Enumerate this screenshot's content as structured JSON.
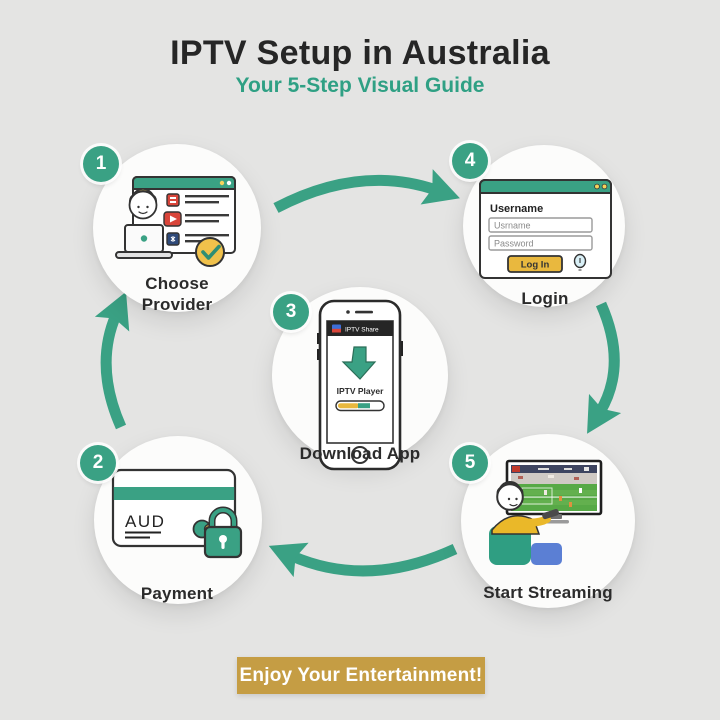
{
  "header": {
    "title": "IPTV Setup in Australia",
    "subtitle": "Your 5-Step Visual Guide"
  },
  "steps": [
    {
      "number": "1",
      "label": "Choose Provider",
      "illustration": "browser-provider-list"
    },
    {
      "number": "2",
      "label": "Payment",
      "illustration": "credit-card-aud-with-lock"
    },
    {
      "number": "3",
      "label": "Download App",
      "illustration": "phone-downloading-iptv-player"
    },
    {
      "number": "4",
      "label": "Login",
      "illustration": "login-window"
    },
    {
      "number": "5",
      "label": "Start Streaming",
      "illustration": "person-watching-sports-tv"
    }
  ],
  "login_window": {
    "label": "Username",
    "username_value": "Usrname",
    "password_value": "Password",
    "button_label": "Log In"
  },
  "payment_card": {
    "currency": "AUD"
  },
  "phone": {
    "header_app": "IPTV Share",
    "app_name": "IPTV Player"
  },
  "banner": {
    "text": "Enjoy Your Entertainment!"
  },
  "flow_arrows": [
    "choose-provider-to-login",
    "login-to-start-streaming",
    "start-streaming-to-payment",
    "payment-to-choose-provider"
  ],
  "colors": {
    "background": "#e4e4e3",
    "teal_accent": "#3aa184",
    "teal_dark": "#2f8e74",
    "title_text": "#262626",
    "banner_gold": "#c59d44",
    "button_gold": "#e9b83e",
    "check_gold": "#f0c14b",
    "alert_red": "#d9453a",
    "circle_fill": "#fcfcfb"
  }
}
